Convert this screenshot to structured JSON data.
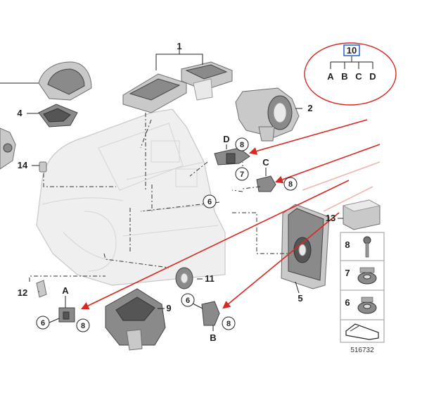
{
  "callouts": {
    "n1": "1",
    "n2": "2",
    "n4": "4",
    "n5": "5",
    "n6a": "6",
    "n6b": "6",
    "n6c": "6",
    "n7": "7",
    "n8a": "8",
    "n8b": "8",
    "n8c": "8",
    "n8d": "8",
    "n9": "9",
    "n10": "10",
    "n11": "11",
    "n12": "12",
    "n13": "13",
    "n14": "14"
  },
  "letters": {
    "A": "A",
    "B": "B",
    "C": "C",
    "D": "D",
    "legend_A": "A",
    "legend_B": "B",
    "legend_C": "C",
    "legend_D": "D"
  },
  "side_table": {
    "row8": "8",
    "row7": "7",
    "row6": "6"
  },
  "diagram_code": "516732",
  "colors": {
    "arrow": "#d8281f",
    "highlight_box": "#1a56c9"
  }
}
